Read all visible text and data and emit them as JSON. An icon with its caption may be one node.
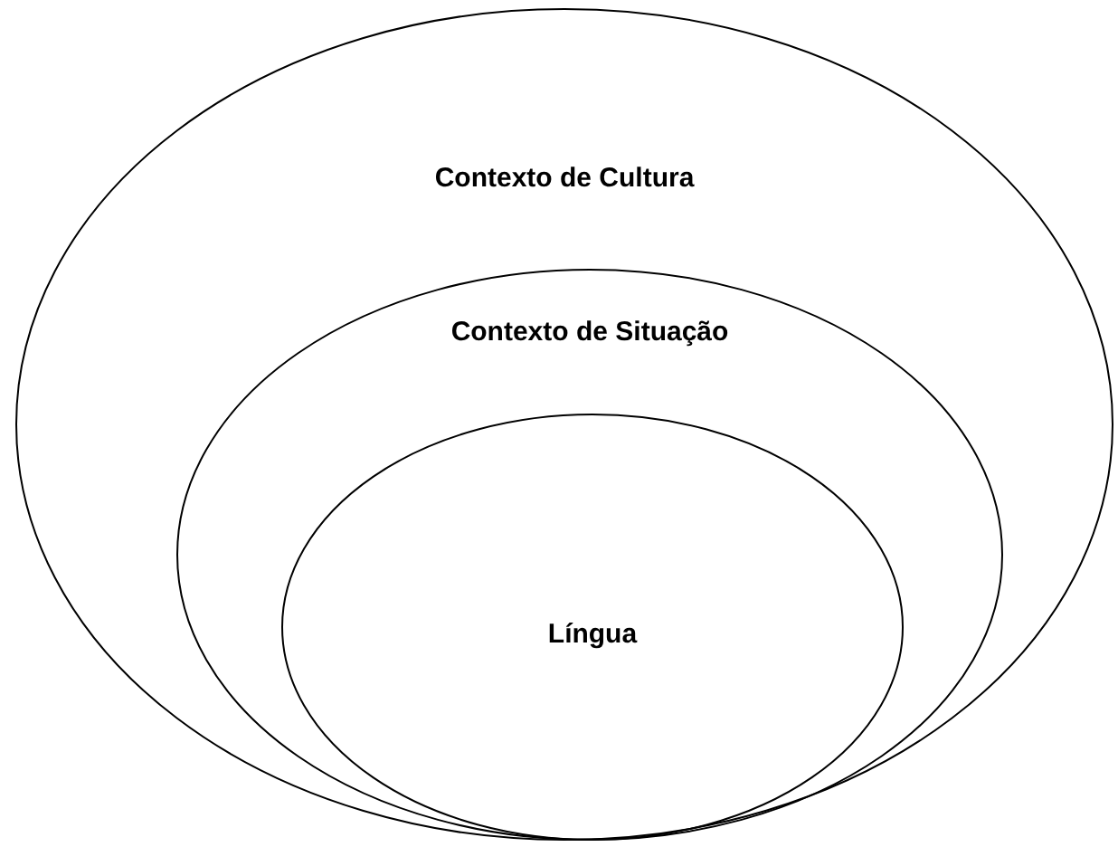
{
  "diagram": {
    "nodes": [
      {
        "text": [
          "Contexto de Cultura"
        ]
      },
      {
        "text": [
          "Contexto de Situação"
        ],
        "in": 0
      },
      {
        "text": [
          "Língua"
        ],
        "in": 1
      }
    ]
  }
}
